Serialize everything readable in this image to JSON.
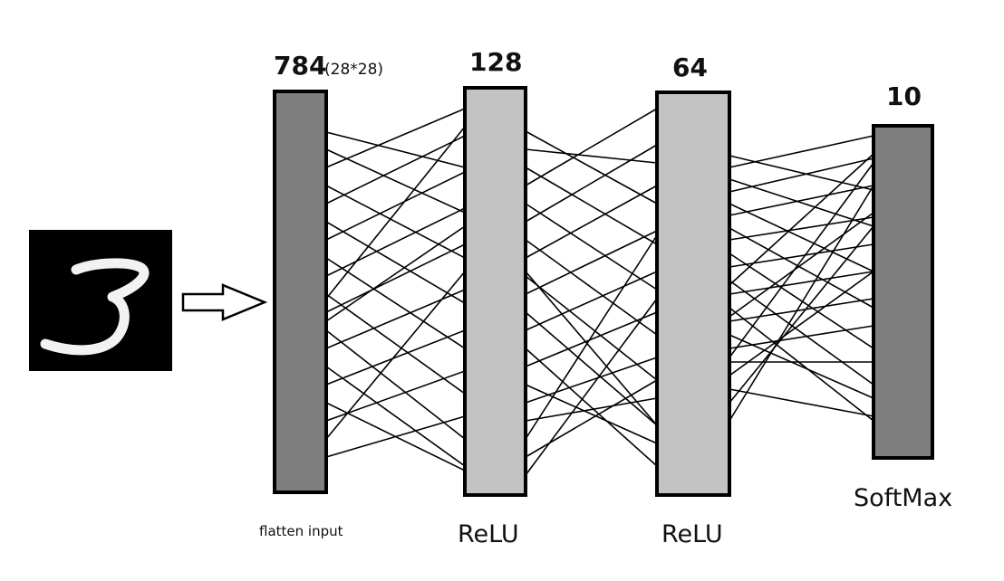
{
  "diagram": {
    "colors": {
      "dark_layer": "#7f7f7f",
      "light_layer": "#c3c3c3",
      "outline": "#000000",
      "edge": "#000000",
      "image_bg": "#000000",
      "digit": "#f2f2f2"
    },
    "input_image": {
      "content": "handwritten digit 3"
    },
    "layers": [
      {
        "id": "input",
        "size": "784",
        "size_note": "(28*28)",
        "activation": "flatten input"
      },
      {
        "id": "hidden1",
        "size": "128",
        "size_note": "",
        "activation": "ReLU"
      },
      {
        "id": "hidden2",
        "size": "64",
        "size_note": "",
        "activation": "ReLU"
      },
      {
        "id": "output",
        "size": "10",
        "size_note": "",
        "activation": "SoftMax"
      }
    ]
  }
}
